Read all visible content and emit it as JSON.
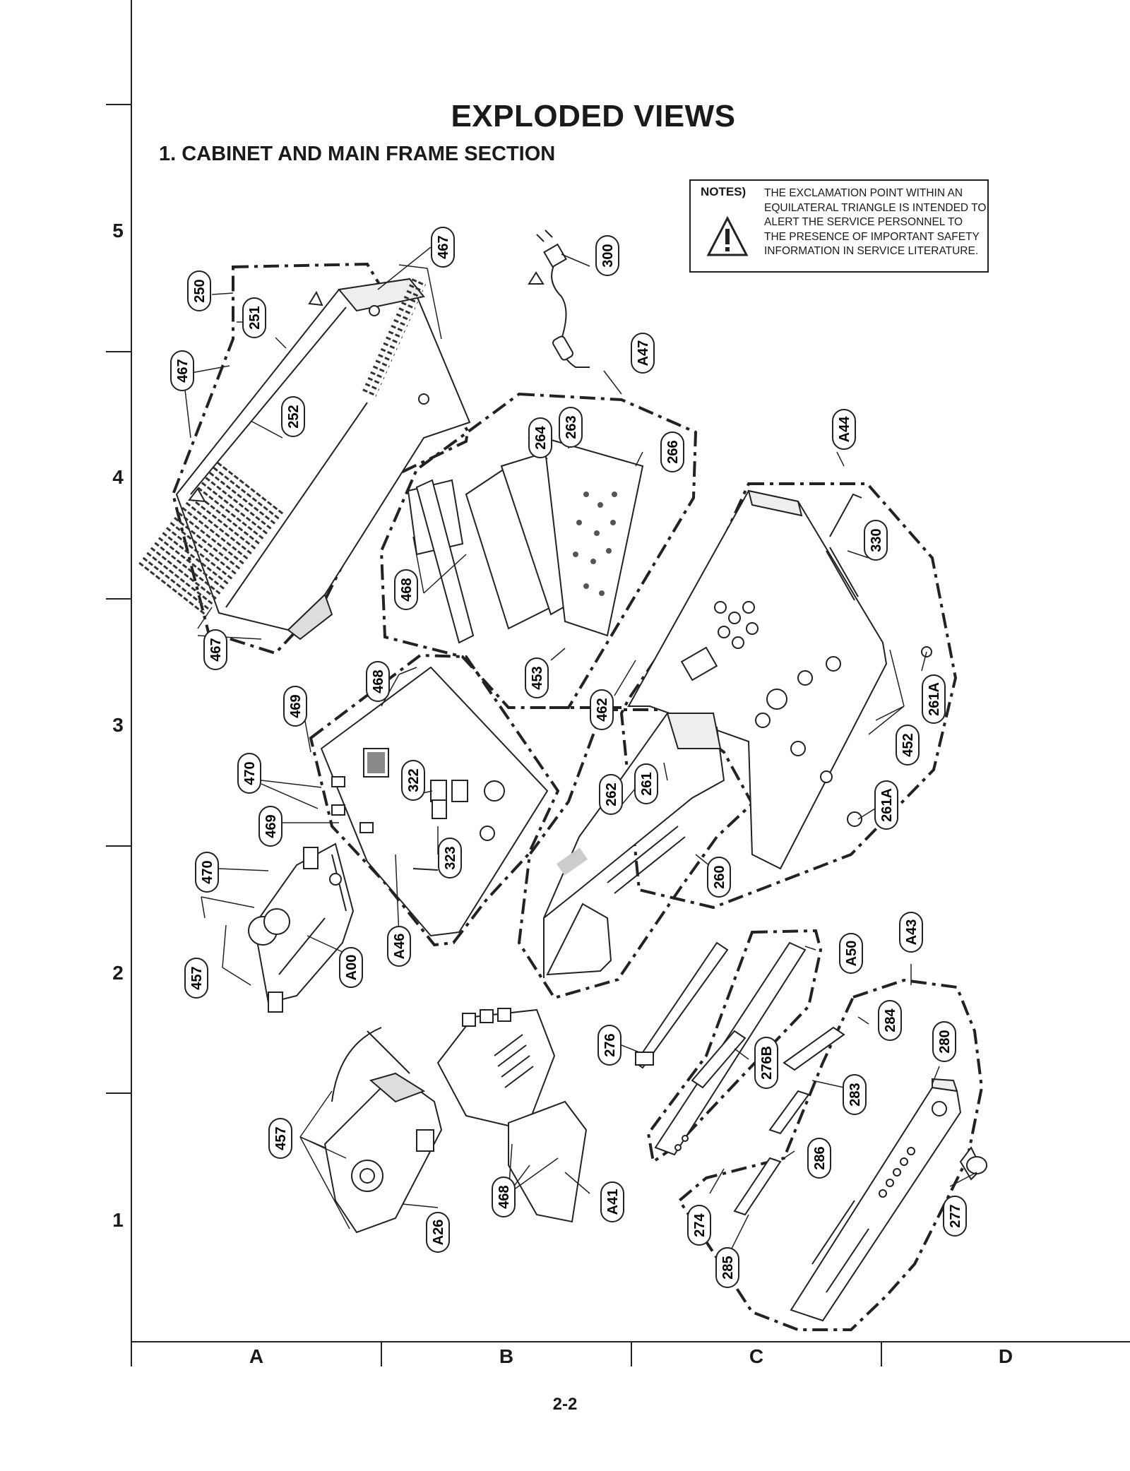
{
  "title": "EXPLODED VIEWS",
  "section_title": "1. CABINET AND MAIN FRAME SECTION",
  "notes": {
    "label": "NOTES)",
    "text": "THE EXCLAMATION POINT WITHIN AN EQUILATERAL TRIANGLE IS INTENDED TO ALERT THE SERVICE PERSONNEL TO THE PRESENCE OF IMPORTANT SAFETY INFORMATION IN SERVICE LITERATURE.",
    "icon": "warning-triangle-icon"
  },
  "grid": {
    "rows": [
      "5",
      "4",
      "3",
      "2",
      "1"
    ],
    "columns": [
      "A",
      "B",
      "C",
      "D"
    ]
  },
  "page_number": "2-2",
  "callouts": [
    {
      "id": "c250",
      "label": "250"
    },
    {
      "id": "c251",
      "label": "251"
    },
    {
      "id": "c467a",
      "label": "467"
    },
    {
      "id": "c467b",
      "label": "467"
    },
    {
      "id": "c252",
      "label": "252"
    },
    {
      "id": "c467c",
      "label": "467"
    },
    {
      "id": "c300",
      "label": "300"
    },
    {
      "id": "cA47",
      "label": "A47"
    },
    {
      "id": "c264",
      "label": "264"
    },
    {
      "id": "c263",
      "label": "263"
    },
    {
      "id": "c266",
      "label": "266"
    },
    {
      "id": "c468a",
      "label": "468"
    },
    {
      "id": "c453",
      "label": "453"
    },
    {
      "id": "cA44",
      "label": "A44"
    },
    {
      "id": "c330",
      "label": "330"
    },
    {
      "id": "c462",
      "label": "462"
    },
    {
      "id": "c261A1",
      "label": "261A"
    },
    {
      "id": "c452",
      "label": "452"
    },
    {
      "id": "c261A2",
      "label": "261A"
    },
    {
      "id": "c468b",
      "label": "468"
    },
    {
      "id": "c469a",
      "label": "469"
    },
    {
      "id": "c470a",
      "label": "470"
    },
    {
      "id": "c322",
      "label": "322"
    },
    {
      "id": "c469b",
      "label": "469"
    },
    {
      "id": "c323",
      "label": "323"
    },
    {
      "id": "c262",
      "label": "262"
    },
    {
      "id": "c261",
      "label": "261"
    },
    {
      "id": "c260",
      "label": "260"
    },
    {
      "id": "c470b",
      "label": "470"
    },
    {
      "id": "c457a",
      "label": "457"
    },
    {
      "id": "cA00",
      "label": "A00"
    },
    {
      "id": "cA46",
      "label": "A46"
    },
    {
      "id": "cA50",
      "label": "A50"
    },
    {
      "id": "cA43",
      "label": "A43"
    },
    {
      "id": "c276",
      "label": "276"
    },
    {
      "id": "c276B",
      "label": "276B"
    },
    {
      "id": "c284",
      "label": "284"
    },
    {
      "id": "c280",
      "label": "280"
    },
    {
      "id": "c283",
      "label": "283"
    },
    {
      "id": "c457b",
      "label": "457"
    },
    {
      "id": "c468c",
      "label": "468"
    },
    {
      "id": "cA41",
      "label": "A41"
    },
    {
      "id": "cA26",
      "label": "A26"
    },
    {
      "id": "c286",
      "label": "286"
    },
    {
      "id": "c274",
      "label": "274"
    },
    {
      "id": "c277",
      "label": "277"
    },
    {
      "id": "c285",
      "label": "285"
    }
  ]
}
